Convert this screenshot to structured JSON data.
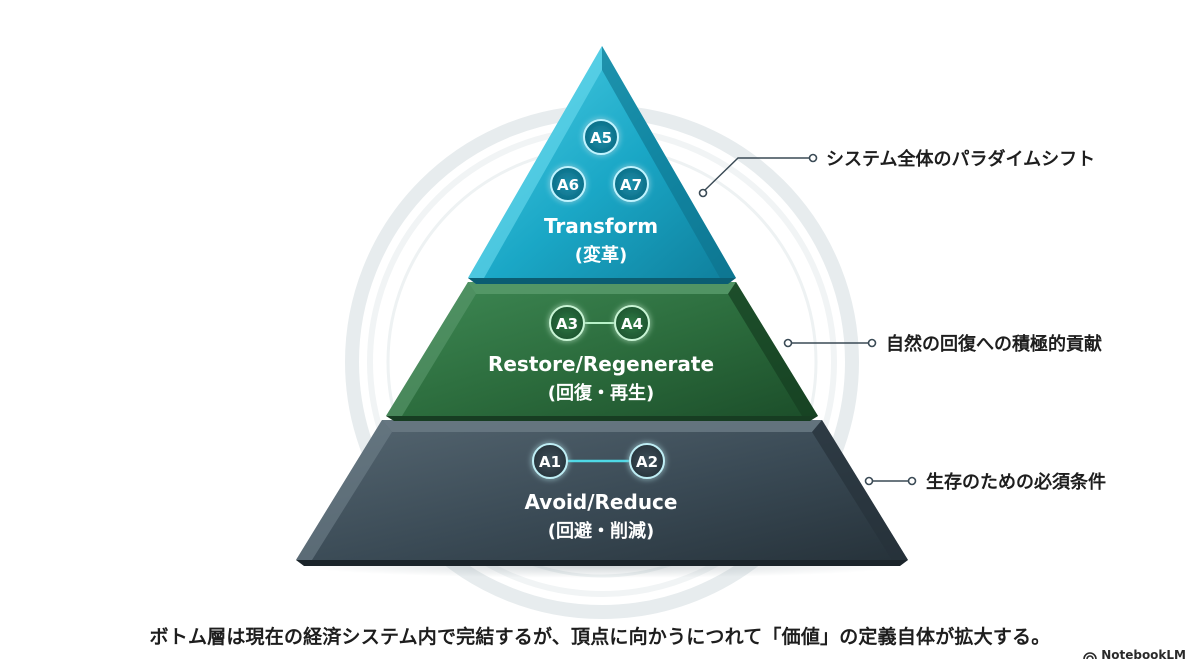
{
  "tiers": {
    "top": {
      "title": "Transform",
      "subtitle": "(変革)",
      "badges": [
        "A5",
        "A6",
        "A7"
      ],
      "annotation": "システム全体のパラダイムシフト",
      "color": "#1aa7c6"
    },
    "middle": {
      "title": "Restore/Regenerate",
      "subtitle": "(回復・再生)",
      "badges": [
        "A3",
        "A4"
      ],
      "annotation": "自然の回復への積極的貢献",
      "color": "#2b6b3c"
    },
    "bottom": {
      "title": "Avoid/Reduce",
      "subtitle": "(回避・削減)",
      "badges": [
        "A1",
        "A2"
      ],
      "annotation": "生存のための必須条件",
      "color": "#3a4a55"
    }
  },
  "caption": "ボトム層は現在の経済システム内で完結するが、頂点に向かうにつれて「価値」の定義自体が拡大する。",
  "brand": "NotebookLM"
}
